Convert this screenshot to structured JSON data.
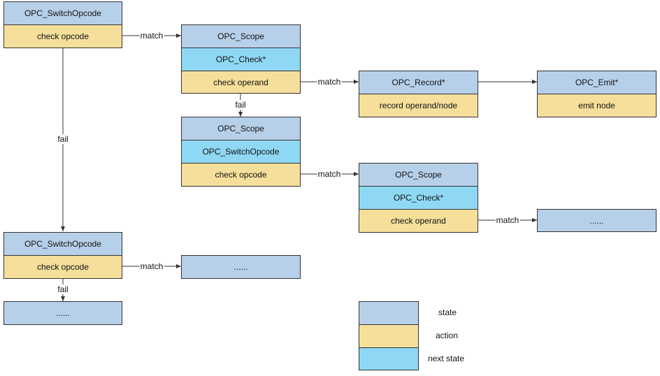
{
  "colors": {
    "state": "#b7d0ea",
    "action": "#f5df9b",
    "next_state": "#8fd8f3",
    "line": "#333333"
  },
  "nodes": {
    "n1": {
      "state": "OPC_SwitchOpcode",
      "action": "check opcode"
    },
    "n2": {
      "state": "OPC_Scope",
      "next": "OPC_Check*",
      "action": "check operand"
    },
    "n3": {
      "state": "OPC_Record*",
      "action": "record operand/node"
    },
    "n4": {
      "state": "OPC_Emit*",
      "action": "emit node"
    },
    "n5": {
      "state": "OPC_Scope",
      "next": "OPC_SwitchOpcode",
      "action": "check opcode"
    },
    "n6": {
      "state": "OPC_Scope",
      "next": "OPC_Check*",
      "action": "check operand"
    },
    "n7": {
      "state": "......"
    },
    "n8": {
      "state": "OPC_SwitchOpcode",
      "action": "check opcode"
    },
    "n9": {
      "state": "......"
    },
    "n10": {
      "state": "......"
    }
  },
  "edges": {
    "n1_n2": "match",
    "n2_n3": "match",
    "n2_n5": "fail",
    "n1_n8": "fail",
    "n5_n6": "match",
    "n6_n7": "match",
    "n8_n9": "match",
    "n8_n10": "fail"
  },
  "legend": {
    "state": "state",
    "action": "action",
    "next_state": "next state"
  }
}
